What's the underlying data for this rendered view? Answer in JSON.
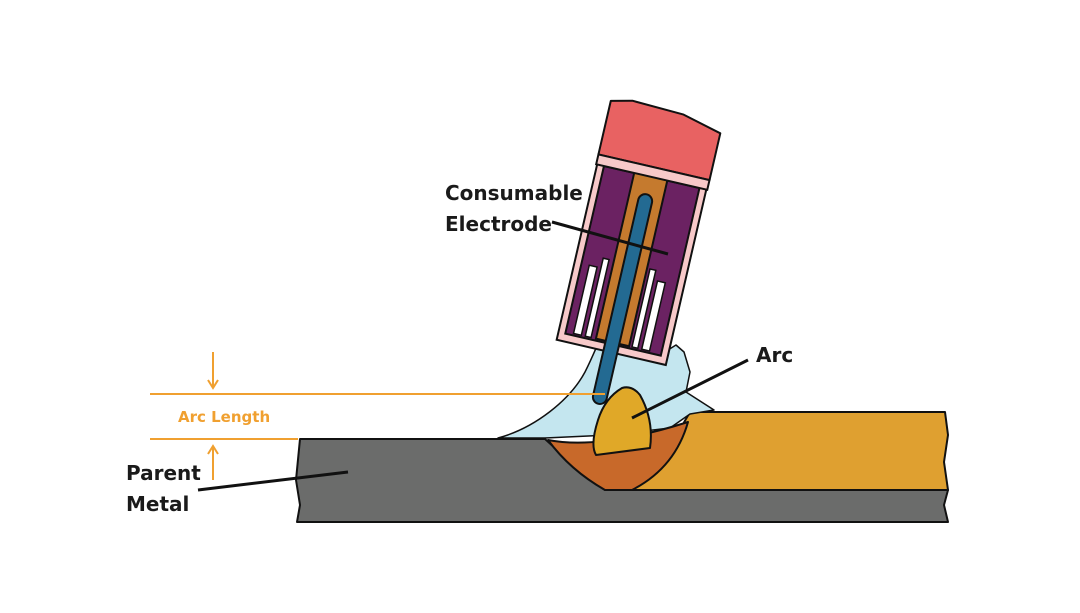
{
  "colors": {
    "accent": "#f0a030",
    "outline": "#111111",
    "parent_metal": "#6b6c6b",
    "filler_plate": "#dfa030",
    "weld_pool": "#c8692a",
    "arc": "#e0a828",
    "shield_gas": "#c4e6ef",
    "nozzle_cap": "#e86262",
    "nozzle_band": "#f7c9c9",
    "contact_tube": "#6b2262",
    "electrode_sleeve": "#c57a2e",
    "electrode_wire": "#236a92"
  },
  "labels": {
    "consumable_electrode_line1": "Consumable",
    "consumable_electrode_line2": "Electrode",
    "arc": "Arc",
    "arc_length": "Arc Length",
    "parent_metal_line1": "Parent",
    "parent_metal_line2": "Metal"
  }
}
